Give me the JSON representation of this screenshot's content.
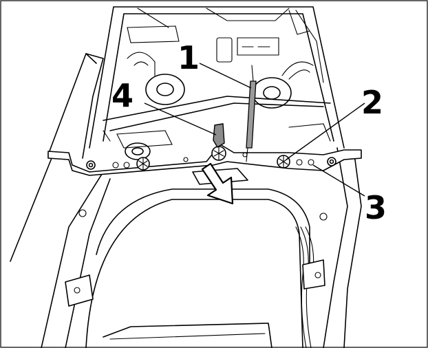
{
  "callouts": [
    {
      "id": "1",
      "label": "1"
    },
    {
      "id": "2",
      "label": "2"
    },
    {
      "id": "3",
      "label": "3"
    },
    {
      "id": "4",
      "label": "4"
    }
  ],
  "colors": {
    "line": "#000000",
    "background": "#ffffff",
    "arrow_fill": "#ffffff",
    "rod": "#9a9a9a",
    "lever": "#8c8c8c"
  },
  "arrow_direction": "down-right"
}
